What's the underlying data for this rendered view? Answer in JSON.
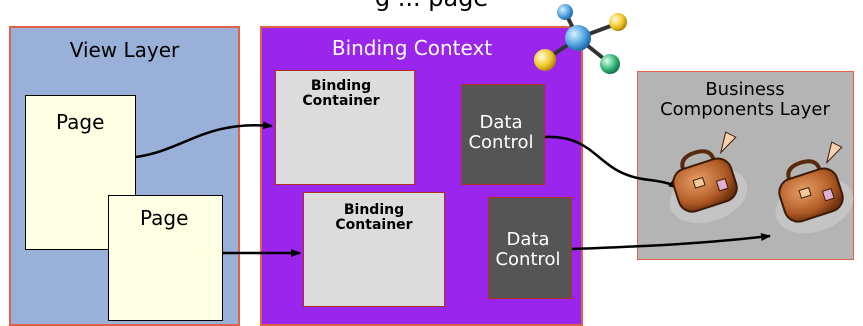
{
  "caption": "g   ...   page",
  "view_layer": {
    "title": "View Layer"
  },
  "pages": [
    {
      "label": "Page"
    },
    {
      "label": "Page"
    }
  ],
  "binding_context": {
    "title": "Binding Context"
  },
  "binding_containers": [
    {
      "line1": "Binding",
      "line2": "Container"
    },
    {
      "line1": "Binding",
      "line2": "Container"
    }
  ],
  "data_controls": [
    {
      "line1": "Data",
      "line2": "Control"
    },
    {
      "line1": "Data",
      "line2": "Control"
    }
  ],
  "business_components": {
    "line1": "Business",
    "line2": "Components Layer"
  },
  "icons": [
    "molecule-icon",
    "briefcase-icon",
    "briefcase-icon"
  ],
  "colors": {
    "view_layer_fill": "#99b0d9",
    "binding_context_fill": "#9a26ee",
    "binding_container_fill": "#dcdcdc",
    "data_control_fill": "#555555",
    "business_layer_fill": "#b4b4b4",
    "page_fill": "#ffffe3",
    "border": "#e0604a"
  }
}
